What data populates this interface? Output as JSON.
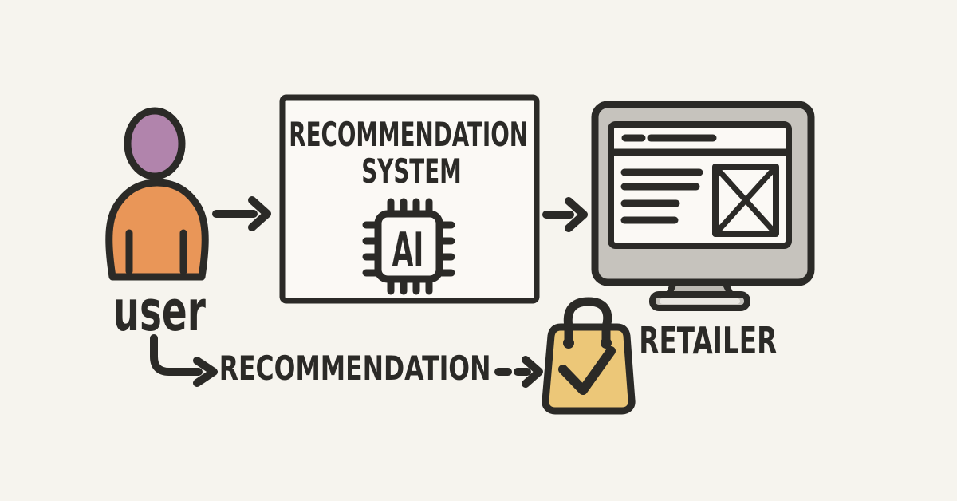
{
  "diagram": {
    "title": "recommendation-system-flow",
    "background_color": "#f6f4ee",
    "ink_color": "#2b2a27",
    "panel_color": "#fbf9f5",
    "nodes": {
      "user": {
        "label": "user",
        "icon": "person-icon",
        "head_color": "#b184ac",
        "body_color": "#e99658"
      },
      "system": {
        "title_line1": "RECOMMENDATION",
        "title_line2": "SYSTEM",
        "chip_label": "AI",
        "icon": "ai-chip-icon"
      },
      "retailer": {
        "label": "RETAILER",
        "icon": "monitor-webpage-icon",
        "bezel_color": "#c6c3bd",
        "stand_color": "#bcb9b3",
        "base_slot_color": "#e9e7e2"
      },
      "recommendation": {
        "label": "RECOMMENDATION",
        "icon": "shopping-bag-check-icon",
        "bag_color": "#ecc778"
      }
    },
    "edges": [
      {
        "from": "user",
        "to": "system",
        "style": "solid-arrow"
      },
      {
        "from": "system",
        "to": "retailer",
        "style": "solid-arrow"
      },
      {
        "from": "user",
        "to": "recommendation",
        "style": "elbow-arrow"
      },
      {
        "from": "recommendation",
        "to": "shopping-bag",
        "style": "dashed-arrow"
      }
    ]
  }
}
